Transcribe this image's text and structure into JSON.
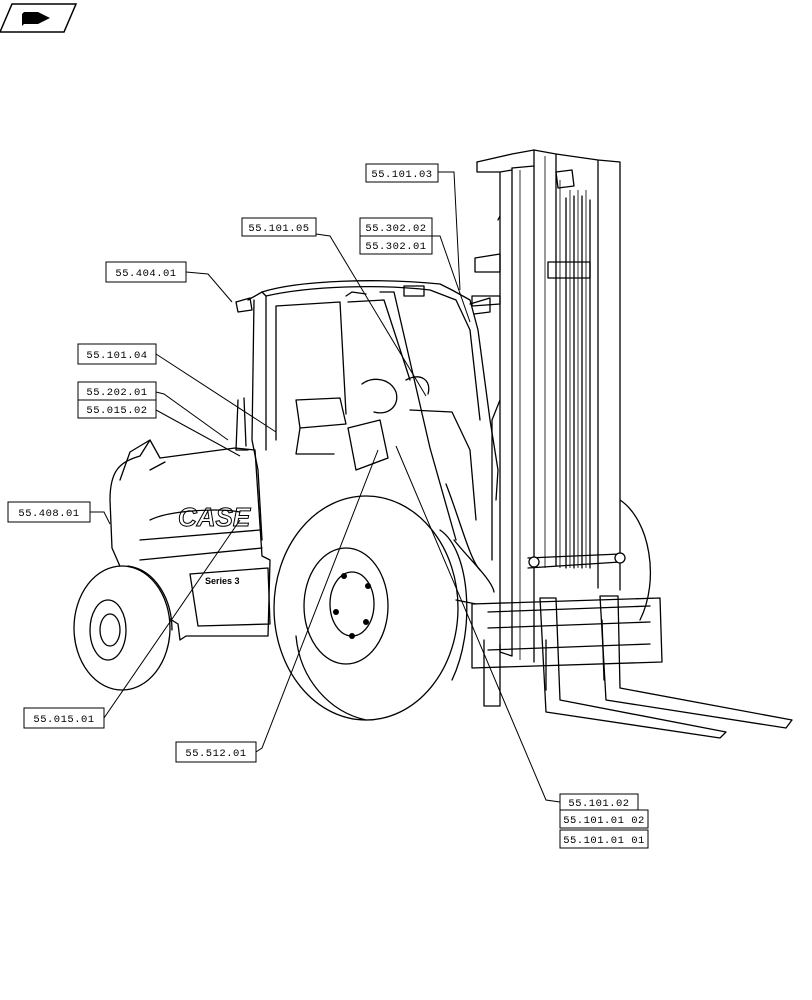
{
  "callouts": [
    {
      "id": "c1",
      "label": "55.101.03"
    },
    {
      "id": "c2",
      "label": "55.101.05"
    },
    {
      "id": "c3",
      "label": "55.302.02"
    },
    {
      "id": "c4",
      "label": "55.302.01"
    },
    {
      "id": "c5",
      "label": "55.404.01"
    },
    {
      "id": "c6",
      "label": "55.101.04"
    },
    {
      "id": "c7",
      "label": "55.202.01"
    },
    {
      "id": "c8",
      "label": "55.015.02"
    },
    {
      "id": "c9",
      "label": "55.408.01"
    },
    {
      "id": "c10",
      "label": "55.015.01"
    },
    {
      "id": "c11",
      "label": "55.512.01"
    },
    {
      "id": "c12",
      "label": "55.101.02"
    },
    {
      "id": "c13",
      "label": "55.101.01 02"
    },
    {
      "id": "c14",
      "label": "55.101.01 01"
    }
  ],
  "decals": {
    "brand": "CASE",
    "series": "Series 3"
  },
  "icons": {
    "nav": "arrow-next-icon"
  }
}
